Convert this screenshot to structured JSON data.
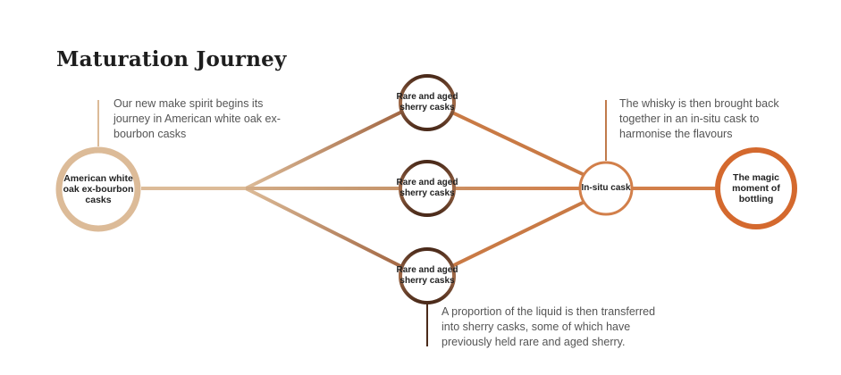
{
  "title": "Maturation Journey",
  "notes": {
    "start": "Our new make spirit begins its journey in American white oak ex-bourbon casks",
    "insitu": "The whisky is then brought back together in an in-situ cask to harmonise the flavours",
    "sherry": "A proportion of the liquid is then transferred into sherry casks, some of which have previously held rare and aged sherry."
  },
  "nodes": {
    "oak": "American white oak ex-bourbon casks",
    "sherry_top": "Rare and aged sherry casks",
    "sherry_mid": "Rare and aged sherry casks",
    "sherry_bottom": "Rare and aged sherry casks",
    "insitu": "In-situ cask",
    "bottling": "The magic moment of bottling"
  },
  "colors": {
    "oak": "#dcbb98",
    "sherry": "#5b3521",
    "insitu": "#d27f4a",
    "bottling": "#d4692e",
    "leader": "#c07a4c",
    "leader_dark": "#4a2a1a"
  }
}
